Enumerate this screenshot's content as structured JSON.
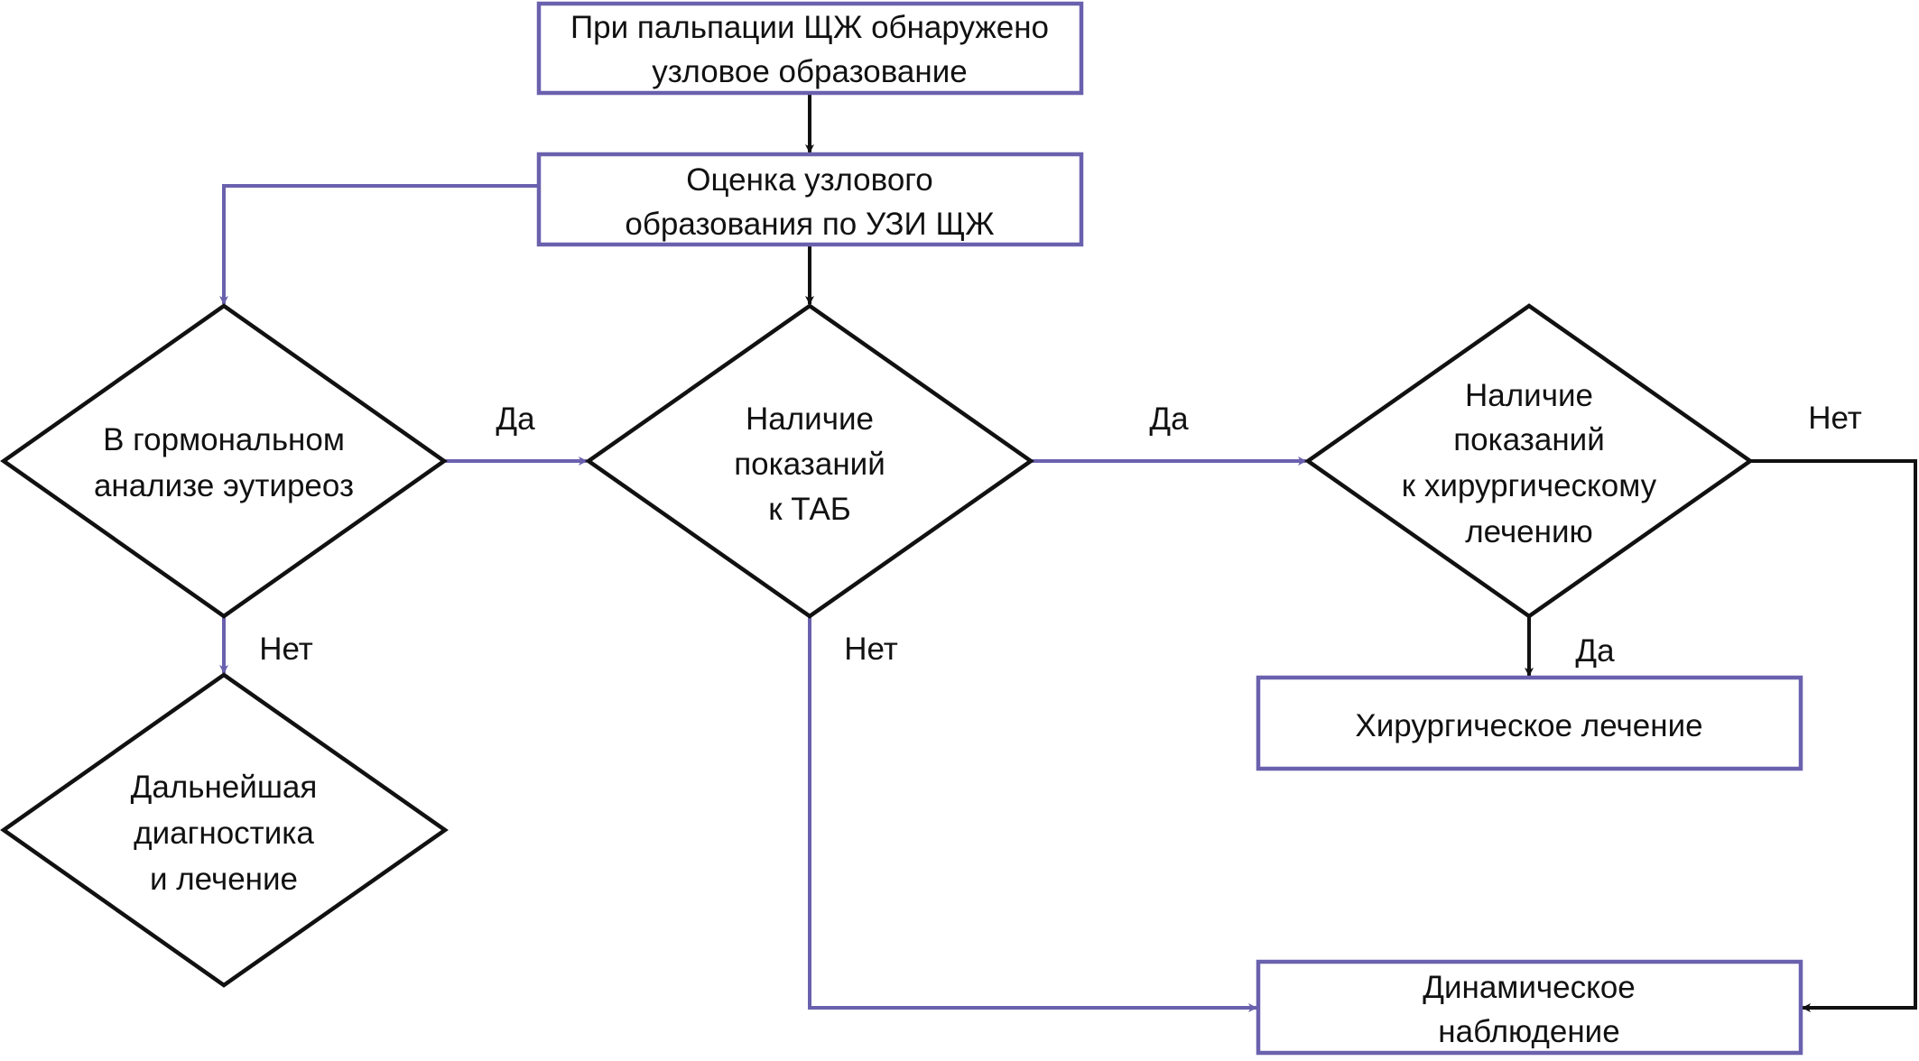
{
  "diagram": {
    "colors": {
      "box_border": "#6a61ae",
      "diamond_border": "#111111",
      "connector_purple": "#6a61ae",
      "connector_black": "#111111",
      "text": "#111111",
      "background": "#ffffff"
    },
    "nodes": {
      "palpation": {
        "type": "process",
        "lines": [
          "При пальпации ЩЖ обнаружено",
          "узловое образование"
        ]
      },
      "ultrasound": {
        "type": "process",
        "lines": [
          "Оценка узлового",
          "образования по УЗИ ЩЖ"
        ]
      },
      "hormonal": {
        "type": "decision",
        "lines": [
          "В гормональном",
          "анализе эутиреоз"
        ]
      },
      "fna": {
        "type": "decision",
        "lines": [
          "Наличие",
          "показаний",
          "к ТАБ"
        ]
      },
      "surgery_indication": {
        "type": "decision",
        "lines": [
          "Наличие",
          "показаний",
          "к хирургическому",
          "лечению"
        ]
      },
      "further": {
        "type": "decision",
        "lines": [
          "Дальнейшая",
          "диагностика",
          "и лечение"
        ]
      },
      "surgery": {
        "type": "process",
        "lines": [
          "Хирургическое лечение"
        ]
      },
      "observation": {
        "type": "process",
        "lines": [
          "Динамическое",
          "наблюдение"
        ]
      }
    },
    "edges": [
      {
        "id": "palpation-to-ultrasound",
        "from": "palpation",
        "to": "ultrasound",
        "label": "",
        "color": "black"
      },
      {
        "id": "ultrasound-to-fna",
        "from": "ultrasound",
        "to": "fna",
        "label": "",
        "color": "black"
      },
      {
        "id": "ultrasound-to-hormonal",
        "from": "ultrasound",
        "to": "hormonal",
        "label": "",
        "color": "purple"
      },
      {
        "id": "hormonal-to-fna",
        "from": "hormonal",
        "to": "fna",
        "label": "Да",
        "color": "purple"
      },
      {
        "id": "hormonal-to-further",
        "from": "hormonal",
        "to": "further",
        "label": "Нет",
        "color": "purple"
      },
      {
        "id": "fna-to-surgery-indication",
        "from": "fna",
        "to": "surgery_indication",
        "label": "Да",
        "color": "purple"
      },
      {
        "id": "fna-to-observation",
        "from": "fna",
        "to": "observation",
        "label": "Нет",
        "color": "purple"
      },
      {
        "id": "surgery-indication-to-surgery",
        "from": "surgery_indication",
        "to": "surgery",
        "label": "Да",
        "color": "black"
      },
      {
        "id": "surgery-indication-to-observation",
        "from": "surgery_indication",
        "to": "observation",
        "label": "Нет",
        "color": "black"
      }
    ]
  }
}
